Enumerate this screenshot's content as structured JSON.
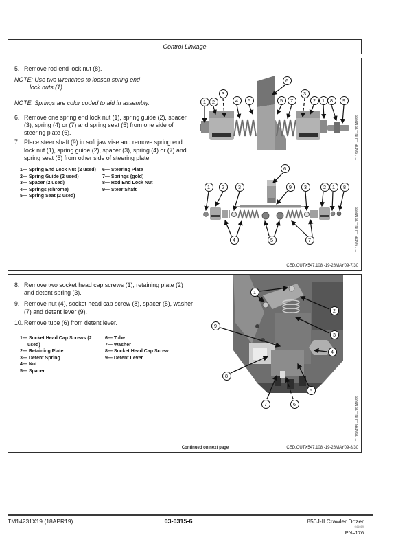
{
  "header": {
    "title": "Control Linkage"
  },
  "section1": {
    "steps": [
      {
        "num": "5.",
        "text": "Remove rod end lock nut (8)."
      },
      {
        "num": "6.",
        "text": "Remove one spring end lock nut (1), spring guide (2), spacer (3), spring (4) or (7) and spring seat (5) from one side of steering plate (6)."
      },
      {
        "num": "7.",
        "text": "Place steer shaft (9) in soft jaw vise and remove spring end lock nut (1), spring guide (2), spacer (3), spring (4) or (7) and spring seat (5) from other side of steering plate."
      }
    ],
    "notes": [
      "NOTE: Use two wrenches to loosen spring end\n         lock nuts (1).",
      "NOTE: Springs are color coded to aid in assembly."
    ],
    "legend_col1": [
      "1— Spring End Lock Nut (2 used)",
      "2— Spring Guide (2 used)",
      "3— Spacer (2 used)",
      "4— Springs (chrome)",
      "5— Spring Seat (2 used)"
    ],
    "legend_col2": [
      "6— Steering Plate",
      "7— Springs (gold)",
      "8— Rod End Lock Nut",
      "9— Steer Shaft"
    ],
    "caption": "CED,OUTX547,108 -19-28MAY09-7/30"
  },
  "section2": {
    "steps": [
      {
        "num": "8.",
        "text": "Remove two socket head cap screws (1), retaining plate (2) and detent spring (3)."
      },
      {
        "num": "9.",
        "text": "Remove nut (4), socket head cap screw (8), spacer (5), washer (7) and detent lever (9)."
      },
      {
        "num": "10.",
        "text": "Remove tube (6) from detent lever."
      }
    ],
    "legend_col1": [
      "1— Socket Head Cap Screws (2 used)",
      "2— Retaining Plate",
      "3— Detent Spring",
      "4— Nut",
      "5— Spacer"
    ],
    "legend_col2": [
      "6— Tube",
      "7— Washer",
      "8— Socket Head Cap Screw",
      "9— Detent Lever"
    ],
    "continued": "Continued on next page",
    "caption": "CED,OUTX547,108 -19-28MAY09-8/30"
  },
  "figures": {
    "fig1": {
      "id_label": "T119641B —UN—19JAN99",
      "callouts": [
        "1",
        "2",
        "3",
        "4",
        "5",
        "6",
        "5",
        "7",
        "3",
        "2",
        "1",
        "8",
        "9"
      ]
    },
    "fig2": {
      "id_label": "T119642B —UN—19JAN99",
      "callouts": [
        "1",
        "2",
        "3",
        "6",
        "9",
        "3",
        "2",
        "1",
        "8",
        "4",
        "5",
        "7"
      ]
    },
    "fig3": {
      "id_label": "T119643B —UN—19JAN99",
      "callouts": [
        "1",
        "2",
        "3",
        "9",
        "4",
        "8",
        "5",
        "7",
        "6"
      ]
    }
  },
  "footer": {
    "left": "TM14231X19 (18APR19)",
    "center": "03-0315-6",
    "right": "850J-II Crawler Dozer",
    "right_small": "041019",
    "pn": "PN=176"
  }
}
